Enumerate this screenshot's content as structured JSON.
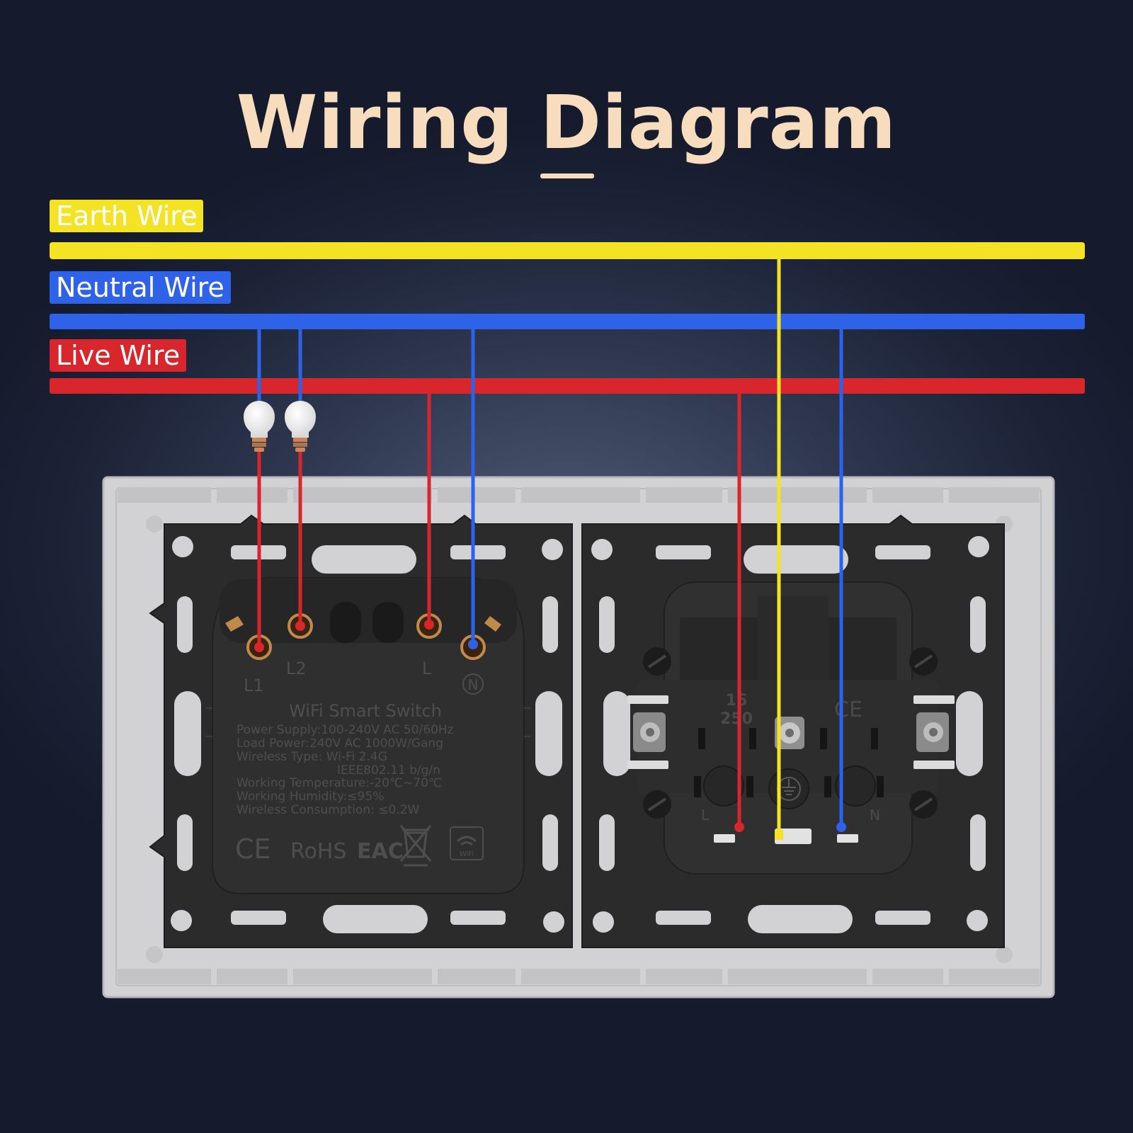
{
  "title": "Wiring Diagram",
  "wires": {
    "earth": {
      "label": "Earth Wire",
      "color": "#f3e324",
      "label_text_color": "#ffffff"
    },
    "neutral": {
      "label": "Neutral Wire",
      "color": "#2e62e8",
      "label_text_color": "#ffffff"
    },
    "live": {
      "label": "Live Wire",
      "color": "#d9262c",
      "label_text_color": "#ffffff"
    }
  },
  "switch_module": {
    "terminals": {
      "l1": "L1",
      "l2": "L2",
      "l": "L",
      "n": "N"
    },
    "name": "WiFi Smart Switch",
    "specs": [
      "Power Supply:100-240V AC 50/60Hz",
      "Load Power:240V AC 1000W/Gang",
      "Wireless Type: Wi-Fi 2.4G",
      "IEEE802.11 b/g/n",
      "Working Temperature:-20℃~70℃",
      "Working Humidity:≤95%",
      "Wireless Consumption: ≤0.2W"
    ],
    "cert_marks": {
      "ce": "CE",
      "rohs": "RoHS",
      "eac": "EAC",
      "wifi": "WiFi"
    }
  },
  "socket_module": {
    "rating_top": "16",
    "rating_bottom": "250",
    "ce": "CE",
    "terminal_l": "L",
    "terminal_n": "N"
  },
  "colors": {
    "title": "#f7dcbd",
    "plate": "#d2d2d4",
    "module_body": "#2a2a2a"
  }
}
